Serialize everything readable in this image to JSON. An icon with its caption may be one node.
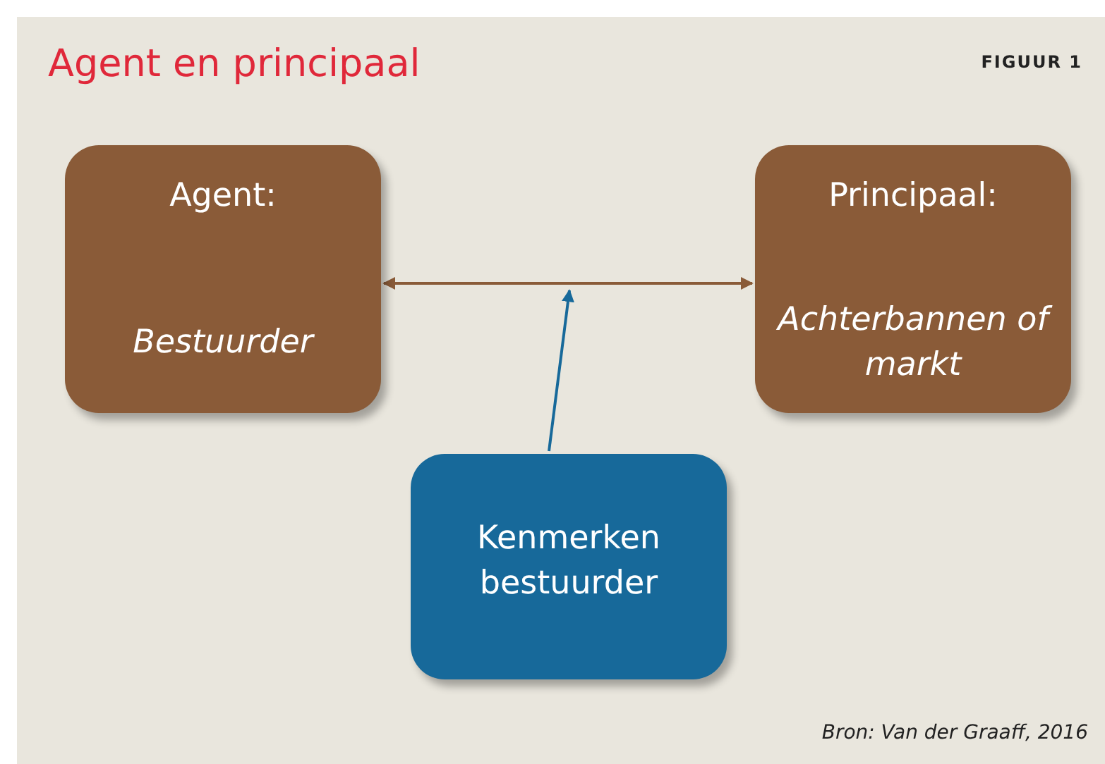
{
  "diagram": {
    "title": "Agent en principaal",
    "nodes": [
      {
        "text": [
          "Agent:",
          "Bestuurder"
        ]
      },
      {
        "text": [
          "Principaal:",
          "Achterbannen of markt"
        ]
      },
      {
        "text": [
          "Kenmerken bestuurder"
        ]
      }
    ],
    "edges": [
      {
        "from": 0,
        "to": 1,
        "arrow": "both"
      },
      {
        "from": 2,
        "to": null,
        "arrow": "to",
        "color": "#17699a"
      }
    ],
    "labels": [
      "FIGUUR 1",
      "Bron: Van der Graaff, 2016"
    ]
  }
}
